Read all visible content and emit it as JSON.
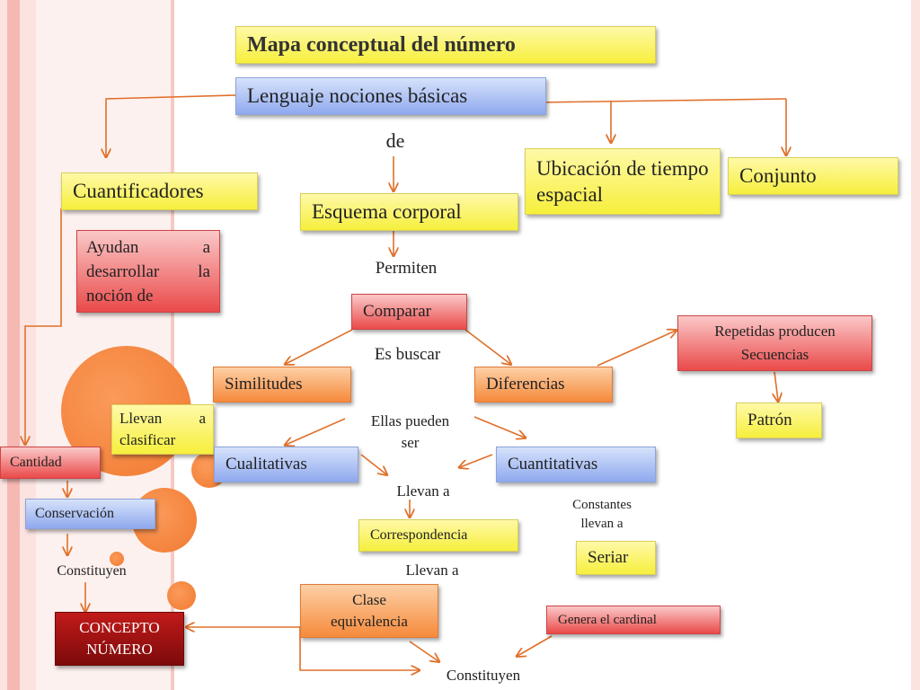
{
  "title": "Mapa conceptual del número",
  "nodes": {
    "lenguaje": "Lenguaje nociones básicas",
    "de": "de",
    "ubicacion": "Ubicación de tiempo espacial",
    "conjunto": "Conjunto",
    "cuantificadores": "Cuantificadores",
    "esquema": "Esquema corporal",
    "ayudan": "Ayudan a desarrollar la noción de",
    "permiten": "Permiten",
    "comparar": "Comparar",
    "es_buscar": "Es buscar",
    "repetidas_line1": "Repetidas producen",
    "repetidas_line2": "Secuencias",
    "similitudes": "Similitudes",
    "diferencias": "Diferencias",
    "patron": "Patrón",
    "llevan_clasificar": "Llevan a clasificar",
    "ellas_line1": "Ellas pueden",
    "ellas_line2": "ser",
    "cantidad": "Cantidad",
    "cualitativas": "Cualitativas",
    "cuantitativas": "Cuantitativas",
    "llevan_a_1": "Llevan a",
    "constantes_line1": "Constantes",
    "constantes_line2": "llevan a",
    "conservacion": "Conservación",
    "correspondencia": "Correspondencia",
    "seriar": "Seriar",
    "constituyen_1": "Constituyen",
    "llevan_a_2": "Llevan a",
    "clase_line1": "Clase",
    "clase_line2": "equivalencia",
    "genera": "Genera el cardinal",
    "concepto_line1": "CONCEPTO",
    "concepto_line2": "NÚMERO",
    "constituyen_2": "Constituyen"
  },
  "colors": {
    "yellow": "#f6ef3c",
    "blue": "#8fa9ee",
    "red": "#ea4a4a",
    "orange": "#f68a3c",
    "dark_red": "#7d0a0a",
    "arrow": "#e0702a",
    "stripe": "#f7c5c0"
  }
}
